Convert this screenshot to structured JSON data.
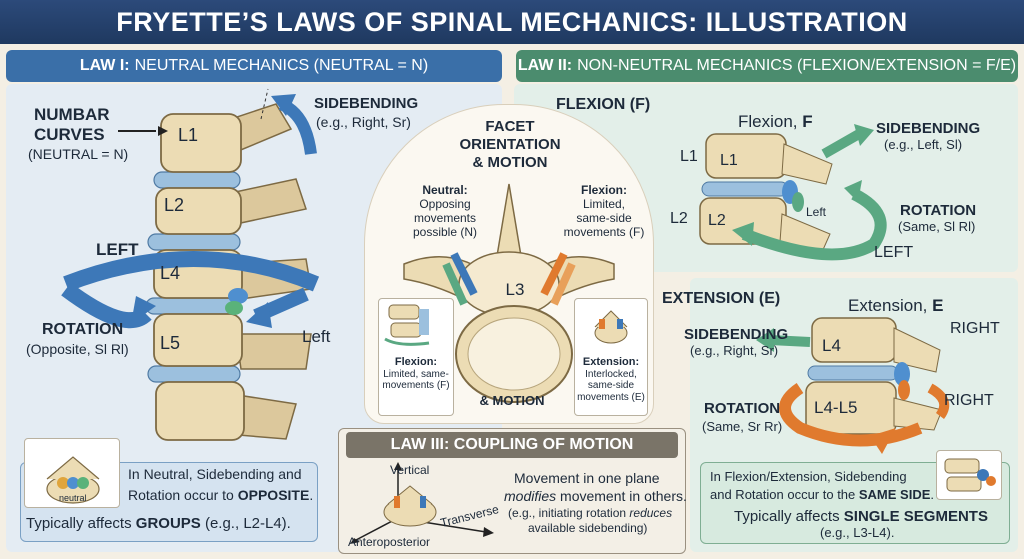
{
  "title": "FRYETTE’S LAWS OF SPINAL MECHANICS: ILLUSTRATION",
  "law1": {
    "head_prefix": "LAW I:",
    "head_text": "NEUTRAL MECHANICS (NEUTRAL = N)",
    "numbar": "NUMBAR",
    "curves": "CURVES",
    "neutral_eq": "(NEUTRAL = N)",
    "sidebending": "SIDEBENDING",
    "sidebending_eg": "(e.g., Right, Sr)",
    "left_label": "LEFT",
    "rotation": "ROTATION",
    "rotation_eg": "(Opposite, Sl Rl)",
    "left_arrow": "Left",
    "vertebrae": [
      "L1",
      "L2",
      "L4",
      "L5"
    ],
    "box_line1": "In Neutral, Sidebending and",
    "box_line2_a": "Rotation occur to ",
    "box_line2_b": "OPPOSITE",
    "box_line2_c": ".",
    "box_line3_a": "Typically affects ",
    "box_line3_b": "GROUPS",
    "box_line3_c": " (e.g., L2-L4).",
    "thumb_label": "neutral"
  },
  "law2": {
    "head_prefix": "LAW II:",
    "head_text": "NON-NEUTRAL MECHANICS (FLEXION/EXTENSION = F/E)",
    "flexion_title": "FLEXION (F)",
    "flexion_sub_a": "Flexion, ",
    "flexion_sub_b": "F",
    "l1_outer": "L1",
    "l1_inner": "L1",
    "l2_outer": "L2",
    "l2_inner": "L2",
    "flex_left_small": "Left",
    "flex_sidebending": "SIDEBENDING",
    "flex_sidebending_eg": "(e.g., Left, Sl)",
    "flex_rotation": "ROTATION",
    "flex_rotation_eg": "(Same, Sl Rl)",
    "flex_left": "LEFT",
    "extension_title": "EXTENSION (E)",
    "extension_sub_a": "Extension, ",
    "extension_sub_b": "E",
    "ext_right1": "RIGHT",
    "ext_right2": "RIGHT",
    "ext_sidebending": "SIDEBENDING",
    "ext_sidebending_eg": "(e.g., Right, Sr)",
    "ext_rotation": "ROTATION",
    "ext_rotation_eg": "(Same, Sr Rr)",
    "l4": "L4",
    "l4l5": "L4-L5",
    "box_line1": "In Flexion/Extension, Sidebending",
    "box_line2_a": "and Rotation occur to the ",
    "box_line2_b": "SAME SIDE",
    "box_line2_c": ".",
    "box_line3_a": "Typically affects ",
    "box_line3_b": "SINGLE SEGMENTS",
    "box_line4": "(e.g., L3-L4)."
  },
  "center": {
    "title1": "FACET",
    "title2": "ORIENTATION",
    "title3": "& MOTION",
    "neutral_h": "Neutral:",
    "neutral_t1": "Opposing",
    "neutral_t2": "movements",
    "neutral_t3": "possible (N)",
    "flexion_h": "Flexion:",
    "flexion_t1": "Limited,",
    "flexion_t2": "same-side",
    "flexion_t3": "movements (F)",
    "l3": "L3",
    "thumb_flex_h": "Flexion:",
    "thumb_flex_t1": "Limited, same-",
    "thumb_flex_t2": "movements (F)",
    "bottom_motion": "& MOTION",
    "thumb_ext_h": "Extension:",
    "thumb_ext_t1": "Interlocked,",
    "thumb_ext_t2": "same-side",
    "thumb_ext_t3": "movements (E)"
  },
  "law3": {
    "head": "LAW III: COUPLING OF MOTION",
    "vertical": "Vertical",
    "transverse": "Transverse",
    "anteroposterior": "Anteroposterior",
    "text1": "Movement in one plane",
    "text2_a": "modifies",
    "text2_b": " movement in others.",
    "text3_a": "(e.g., initiating rotation ",
    "text3_b": "reduces",
    "text4": "available sidebending)"
  },
  "colors": {
    "title_bg": "#1f3960",
    "law1": "#3a6fa8",
    "law2": "#4b8c6e",
    "bone": "#e8d8b0",
    "disc": "#8fb6d8",
    "arrow_blue": "#3d78b8",
    "arrow_green": "#5aa882",
    "arrow_orange": "#e07a2e"
  }
}
